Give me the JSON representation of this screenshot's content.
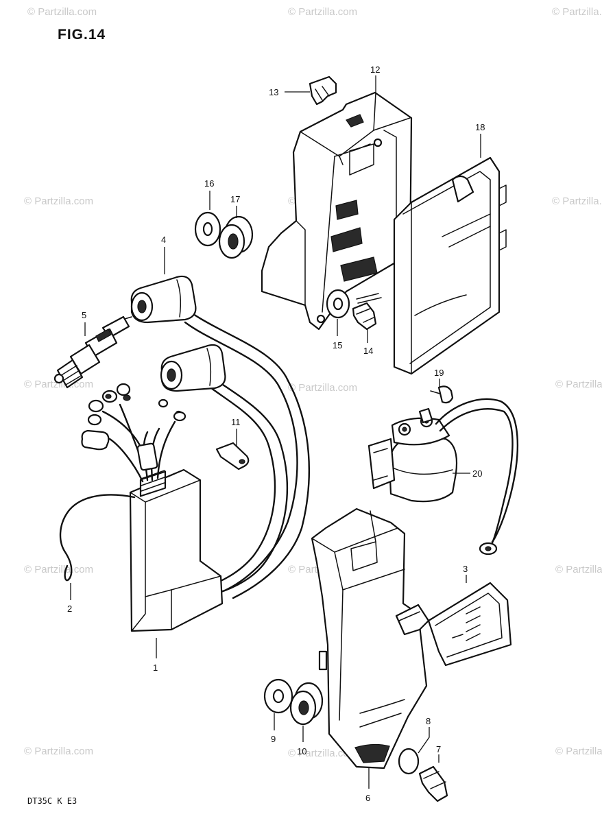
{
  "figure": {
    "title": "FIG.14",
    "model_code": "DT35C K E3"
  },
  "watermark": "© Partzilla.com",
  "callouts": {
    "p1": "1",
    "p2": "2",
    "p3": "3",
    "p4": "4",
    "p5": "5",
    "p6": "6",
    "p7": "7",
    "p8": "8",
    "p9": "9",
    "p10": "10",
    "p11": "11",
    "p12": "12",
    "p13": "13",
    "p14": "14",
    "p15": "15",
    "p16": "16",
    "p17": "17",
    "p18": "18",
    "p19": "19",
    "p20": "20"
  }
}
